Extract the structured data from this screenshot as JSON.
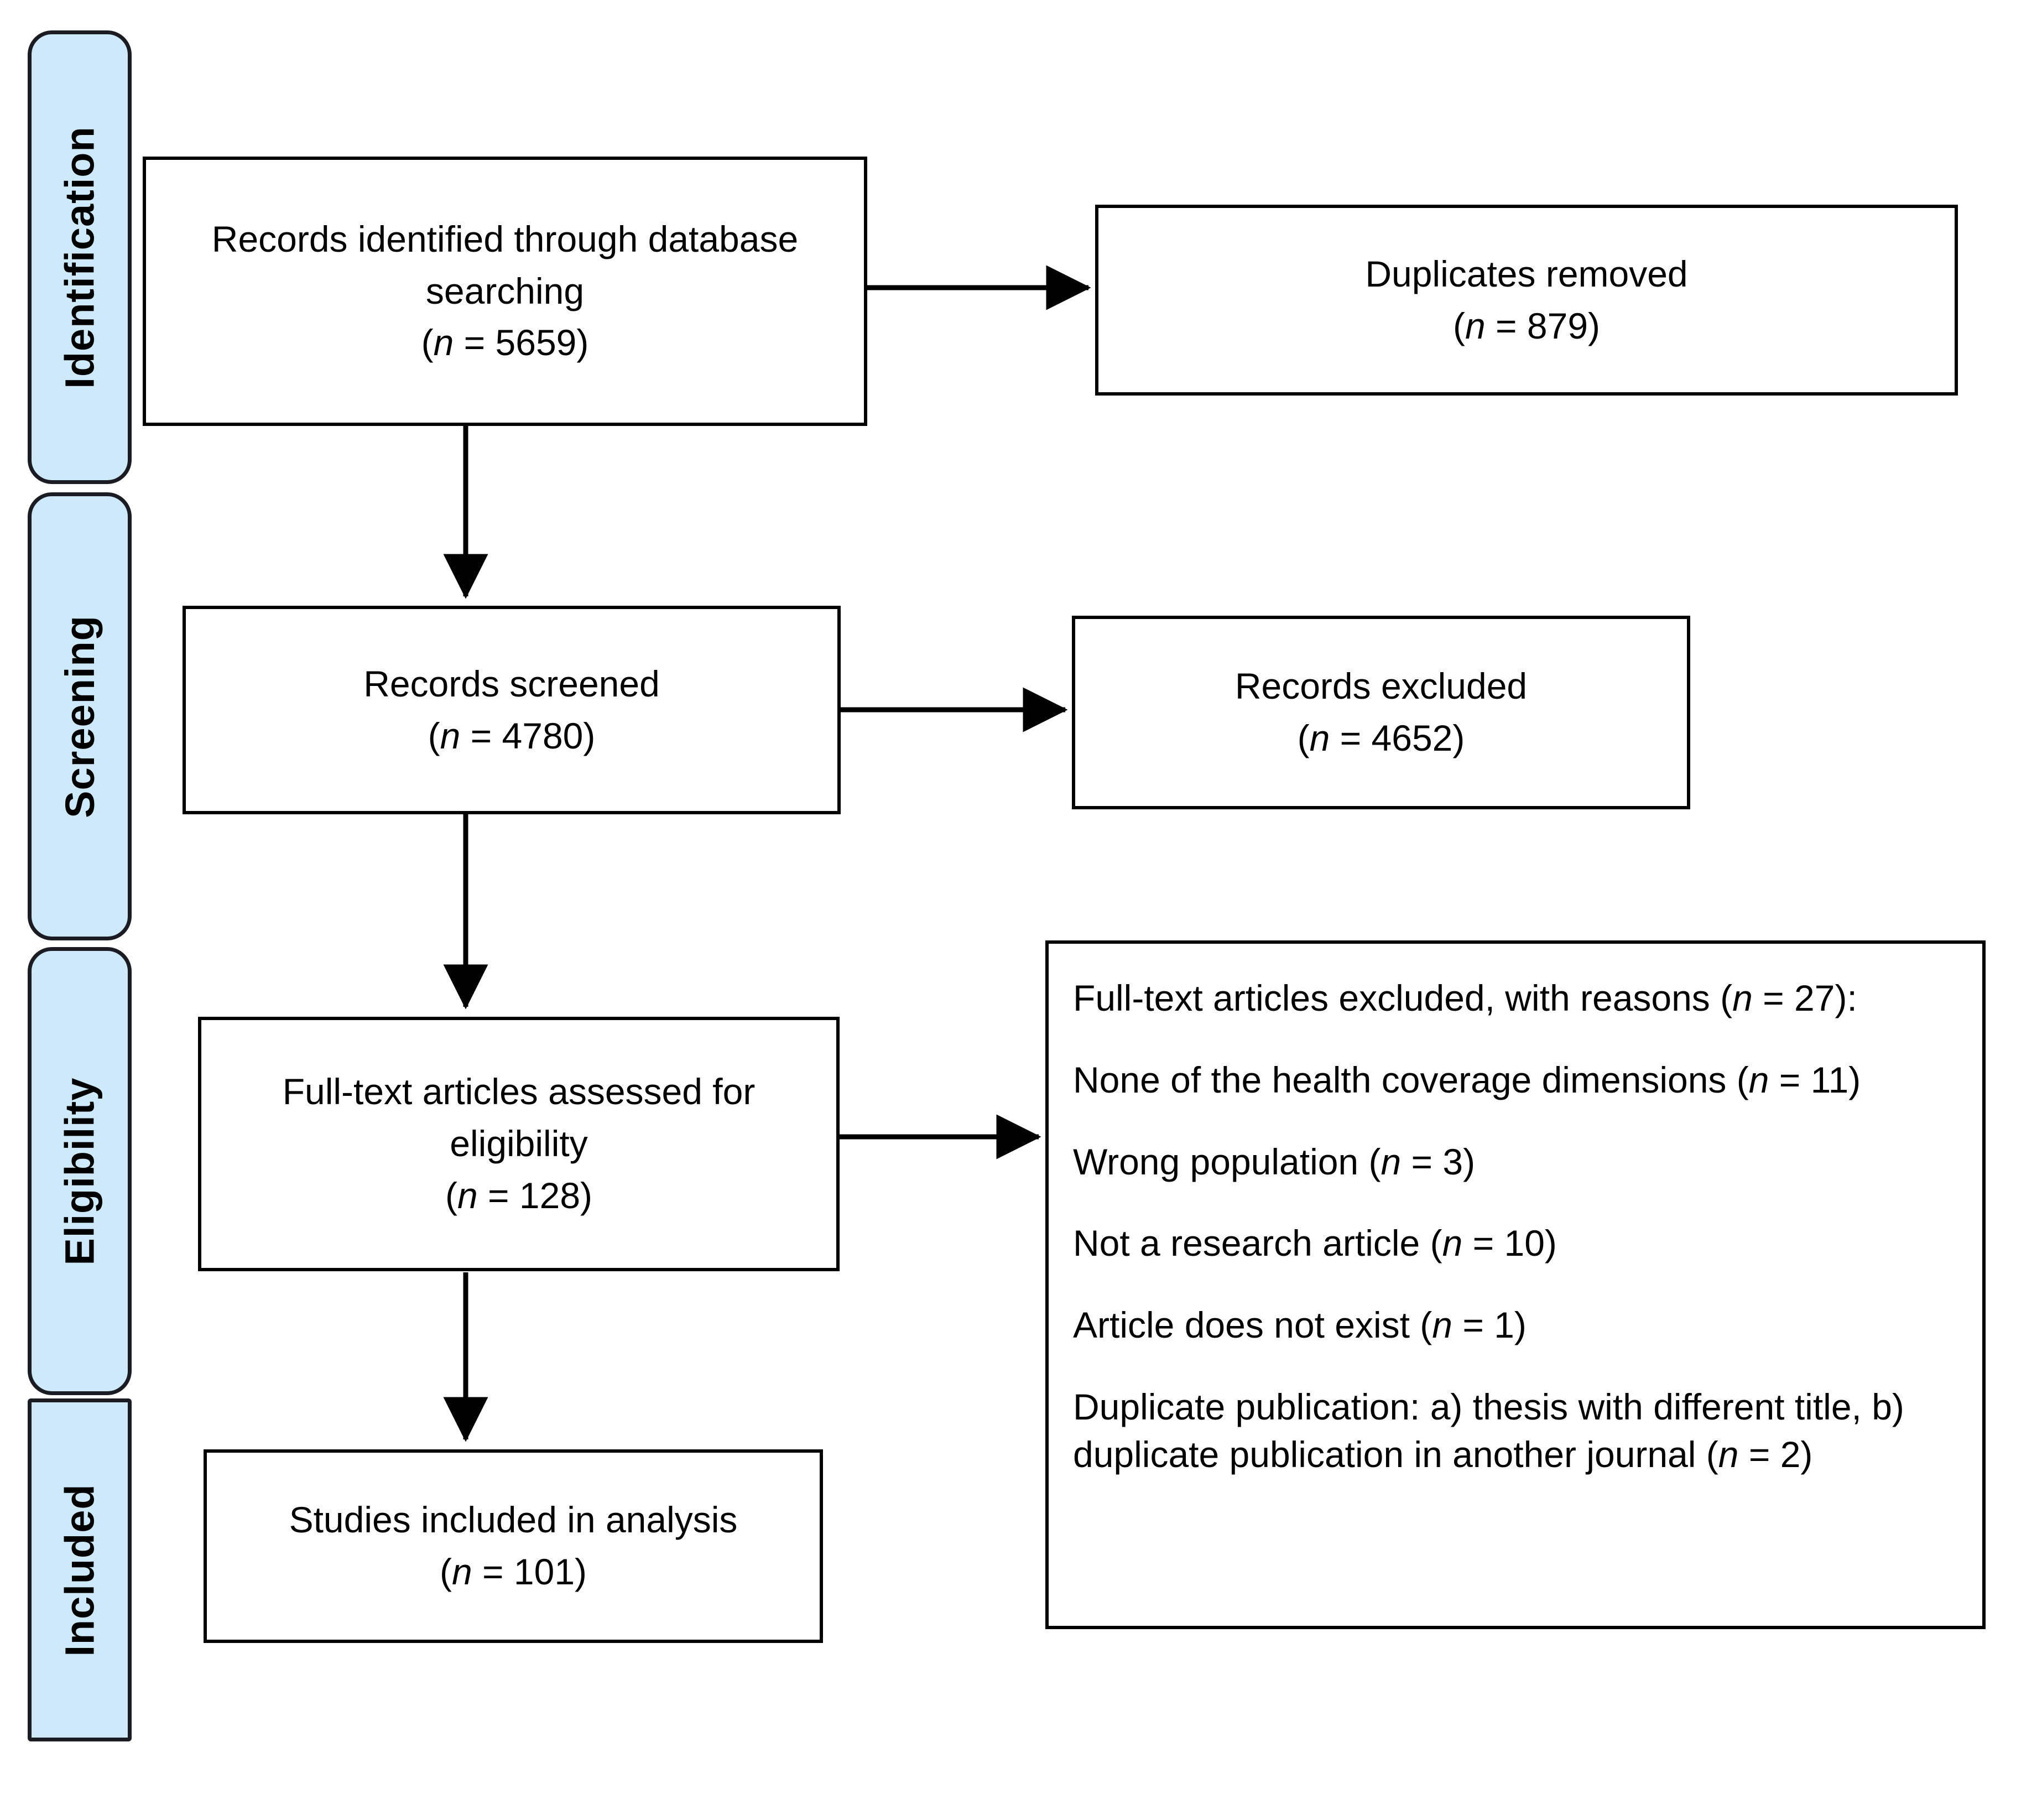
{
  "diagram": {
    "type": "prisma-flow-diagram",
    "title": "PRISMA study selection flow diagram",
    "accent_color": "#cde9fa",
    "border_color": "#000000",
    "background_color": "#ffffff"
  },
  "stages": [
    {
      "id": "identification",
      "label": "Identification"
    },
    {
      "id": "screening",
      "label": "Screening"
    },
    {
      "id": "eligibility",
      "label": "Eligibility"
    },
    {
      "id": "included",
      "label": "Included"
    }
  ],
  "boxes": {
    "records_identified": {
      "line1": "Records identified through database",
      "line2": "searching",
      "count_prefix": "(",
      "count_label": "n",
      "count_value": " = 5659)"
    },
    "duplicates_removed": {
      "line1": "Duplicates removed",
      "count_prefix": "(",
      "count_label": "n",
      "count_value": " = 879)"
    },
    "records_screened": {
      "line1": "Records screened",
      "count_prefix": "(",
      "count_label": "n",
      "count_value": " = 4780)"
    },
    "records_excluded": {
      "line1": "Records excluded",
      "count_prefix": "(",
      "count_label": "n",
      "count_value": " = 4652)"
    },
    "fulltext_assessed": {
      "line1": "Full-text articles assessed for",
      "line2": "eligibility",
      "count_prefix": "(",
      "count_label": "n",
      "count_value": " = 128)"
    },
    "studies_included": {
      "line1": "Studies included in analysis",
      "count_prefix": "(",
      "count_label": "n",
      "count_value": " = 101)"
    },
    "fulltext_excluded": {
      "heading_pre": "Full-text articles excluded, with reasons (",
      "heading_n": "n",
      "heading_post": " = 27):",
      "reasons": [
        {
          "pre": "None of the health coverage dimensions (",
          "n": "n",
          "post": " = 11)"
        },
        {
          "pre": "Wrong population (",
          "n": "n",
          "post": " = 3)"
        },
        {
          "pre": "Not a research article (",
          "n": "n",
          "post": " = 10)"
        },
        {
          "pre": "Article does not exist (",
          "n": "n",
          "post": " = 1)"
        },
        {
          "pre": "Duplicate publication: a) thesis with different title, b) duplicate publication in another journal (",
          "n": "n",
          "post": " = 2)"
        }
      ]
    }
  },
  "connectors": [
    {
      "id": "identified-to-duplicates",
      "from": "records_identified",
      "to": "duplicates_removed",
      "direction": "right"
    },
    {
      "id": "identified-to-screened",
      "from": "records_identified",
      "to": "records_screened",
      "direction": "down"
    },
    {
      "id": "screened-to-excluded",
      "from": "records_screened",
      "to": "records_excluded",
      "direction": "right"
    },
    {
      "id": "screened-to-fulltext",
      "from": "records_screened",
      "to": "fulltext_assessed",
      "direction": "down"
    },
    {
      "id": "fulltext-to-excluded-reasons",
      "from": "fulltext_assessed",
      "to": "fulltext_excluded",
      "direction": "right"
    },
    {
      "id": "fulltext-to-included",
      "from": "fulltext_assessed",
      "to": "studies_included",
      "direction": "down"
    }
  ]
}
